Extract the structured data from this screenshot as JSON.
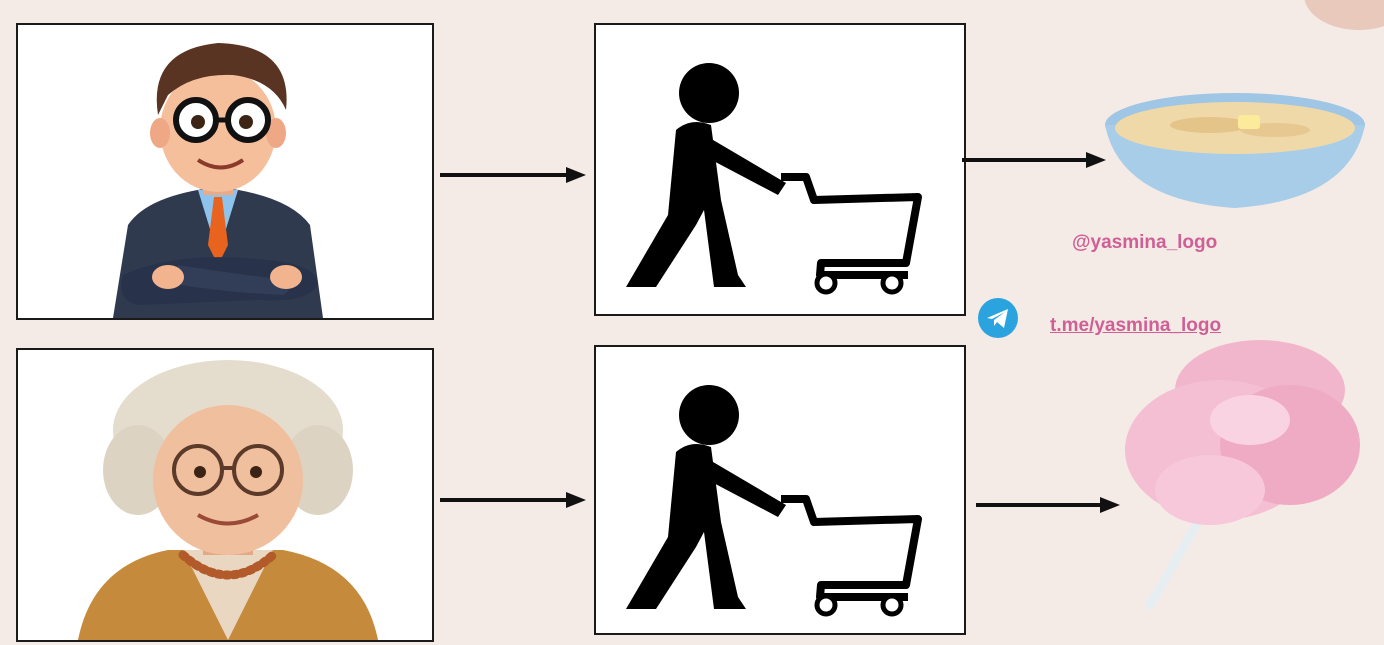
{
  "watermark": {
    "handle": "@yasmina_logo"
  },
  "telegram": {
    "icon": "telegram-icon",
    "link_text": "t.me/yasmina_logo"
  },
  "rows": [
    {
      "person": "businessman-illustration",
      "action": "shopping-cart-icon",
      "item": "oatmeal-bowl-illustration"
    },
    {
      "person": "grandmother-illustration",
      "action": "shopping-cart-icon",
      "item": "cotton-candy-illustration"
    }
  ],
  "colors": {
    "background": "#f4ebe6",
    "accent_text": "#cf5f95",
    "telegram_blue": "#2aa3df",
    "arrow": "#111111"
  }
}
